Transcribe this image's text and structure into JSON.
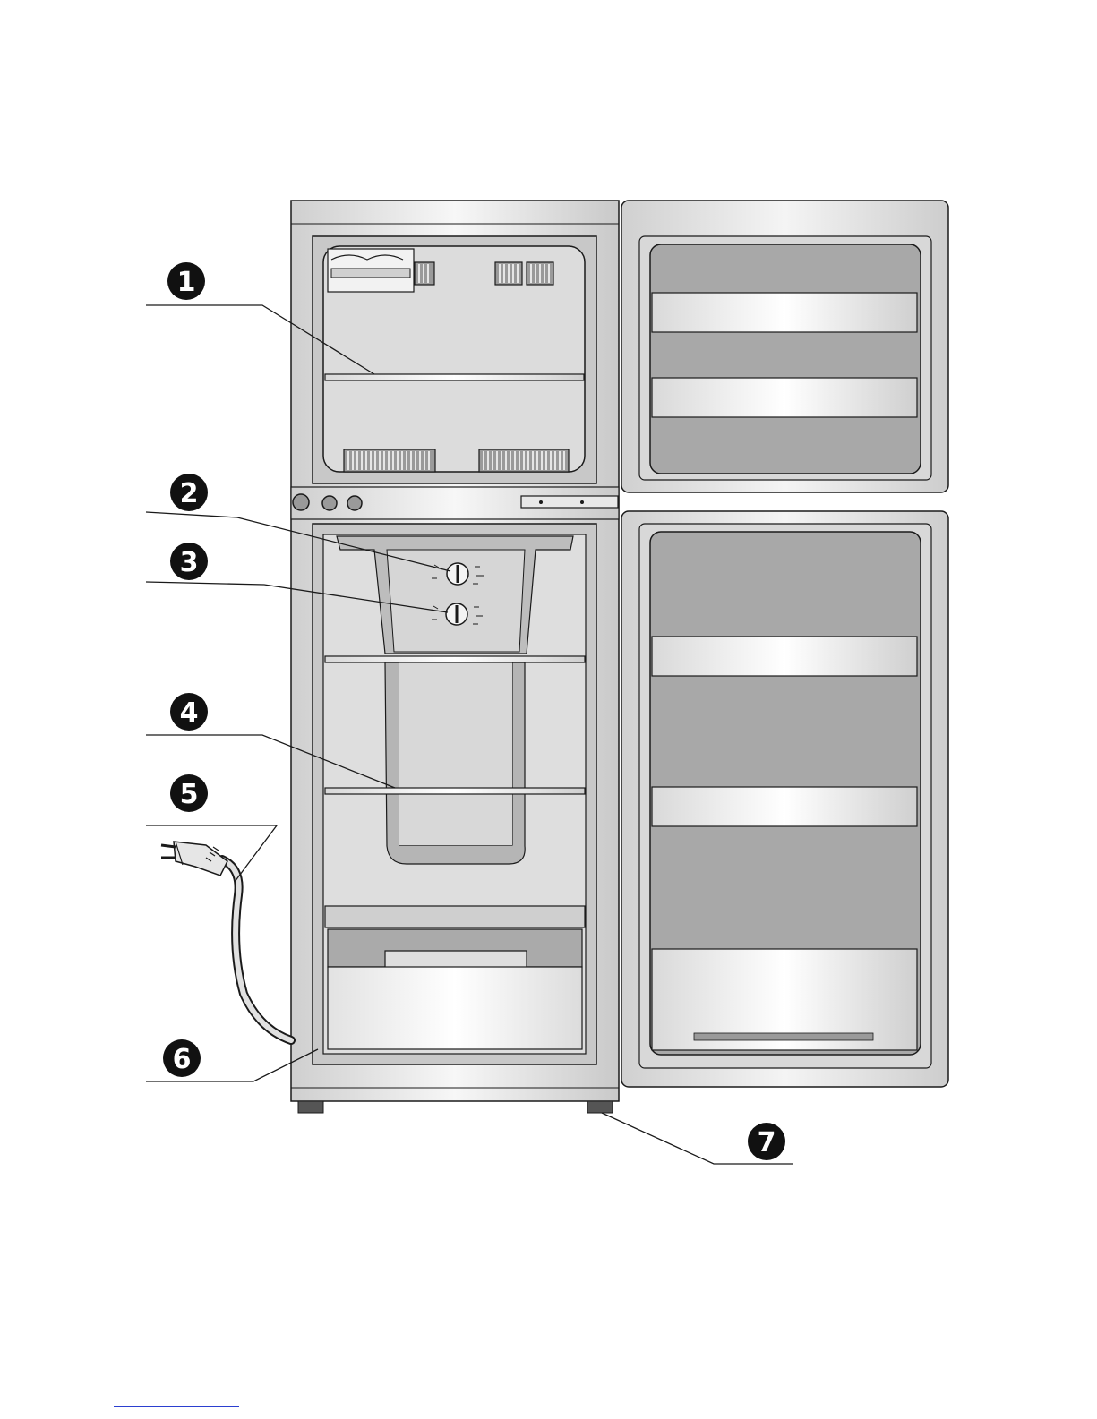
{
  "callouts": [
    {
      "id": "1",
      "label": "1"
    },
    {
      "id": "2",
      "label": "2"
    },
    {
      "id": "3",
      "label": "3"
    },
    {
      "id": "4",
      "label": "4"
    },
    {
      "id": "5",
      "label": "5"
    },
    {
      "id": "6",
      "label": "6"
    },
    {
      "id": "7",
      "label": "7"
    }
  ],
  "colors": {
    "line": "#1a1a1a",
    "liner": "#d6d6d6",
    "cabinet": "#e9e9e9",
    "door_panel": "#a8a8a8",
    "footer_rule": "#2b3fd0"
  }
}
